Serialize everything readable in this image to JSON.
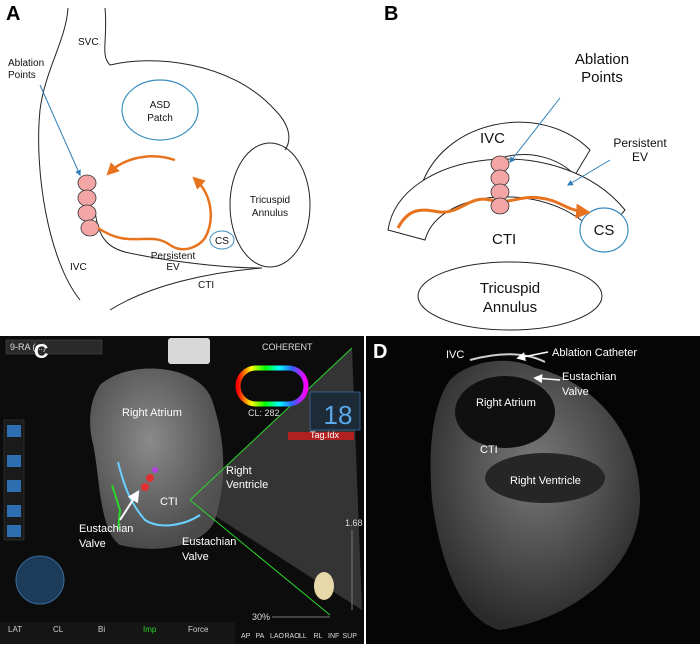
{
  "panel_a": {
    "letter": "A",
    "labels": {
      "svc": "SVC",
      "ablation_points": [
        "Ablation",
        "Points"
      ],
      "asd_patch": [
        "ASD",
        "Patch"
      ],
      "tricuspid_annulus": [
        "Tricuspid",
        "Annulus"
      ],
      "cs": "CS",
      "persistent_ev": [
        "Persistent",
        "EV"
      ],
      "ivc": "IVC",
      "cti": "CTI"
    }
  },
  "panel_b": {
    "letter": "B",
    "labels": {
      "ablation_points": [
        "Ablation",
        "Points"
      ],
      "ivc": "IVC",
      "persistent_ev": [
        "Persistent",
        "EV"
      ],
      "cti": "CTI",
      "cs": "CS",
      "tricuspid_annulus": [
        "Tricuspid",
        "Annulus"
      ]
    }
  },
  "panel_c": {
    "letter": "C",
    "labels": {
      "right_atrium": "Right Atrium",
      "right_ventricle": [
        "Right",
        "Ventricle"
      ],
      "cti": "CTI",
      "eustachian_valve_left": [
        "Eustachian",
        "Valve"
      ],
      "eustachian_valve_right": [
        "Eustachian",
        "Valve"
      ]
    },
    "ui": {
      "dropdown": "9-RA (...)",
      "coherent": "COHERENT",
      "cl_label": "CL: 282",
      "big_number": "18",
      "tag_label": "Tag.Idx",
      "zoom": "30%",
      "scale_value": "1.68",
      "view_buttons": [
        "AP",
        "PA",
        "LAO",
        "RAO",
        "LL",
        "RL",
        "INF",
        "SUP"
      ],
      "footer_labels": [
        "LAT",
        "CL",
        "Bi",
        "Imp",
        "Force"
      ]
    }
  },
  "panel_d": {
    "letter": "D",
    "labels": {
      "ivc": "IVC",
      "ablation_catheter": "Ablation Catheter",
      "eustachian_valve": [
        "Eustachian",
        "Valve"
      ],
      "right_atrium": "Right Atrium",
      "cti": "CTI",
      "right_ventricle": "Right Ventricle"
    }
  },
  "colors": {
    "orange_path": "#e8731e",
    "ablation_point": "#f4a6a6",
    "blue_arrow": "#2d7fb8",
    "cs_circle": "#3a8fc0"
  }
}
